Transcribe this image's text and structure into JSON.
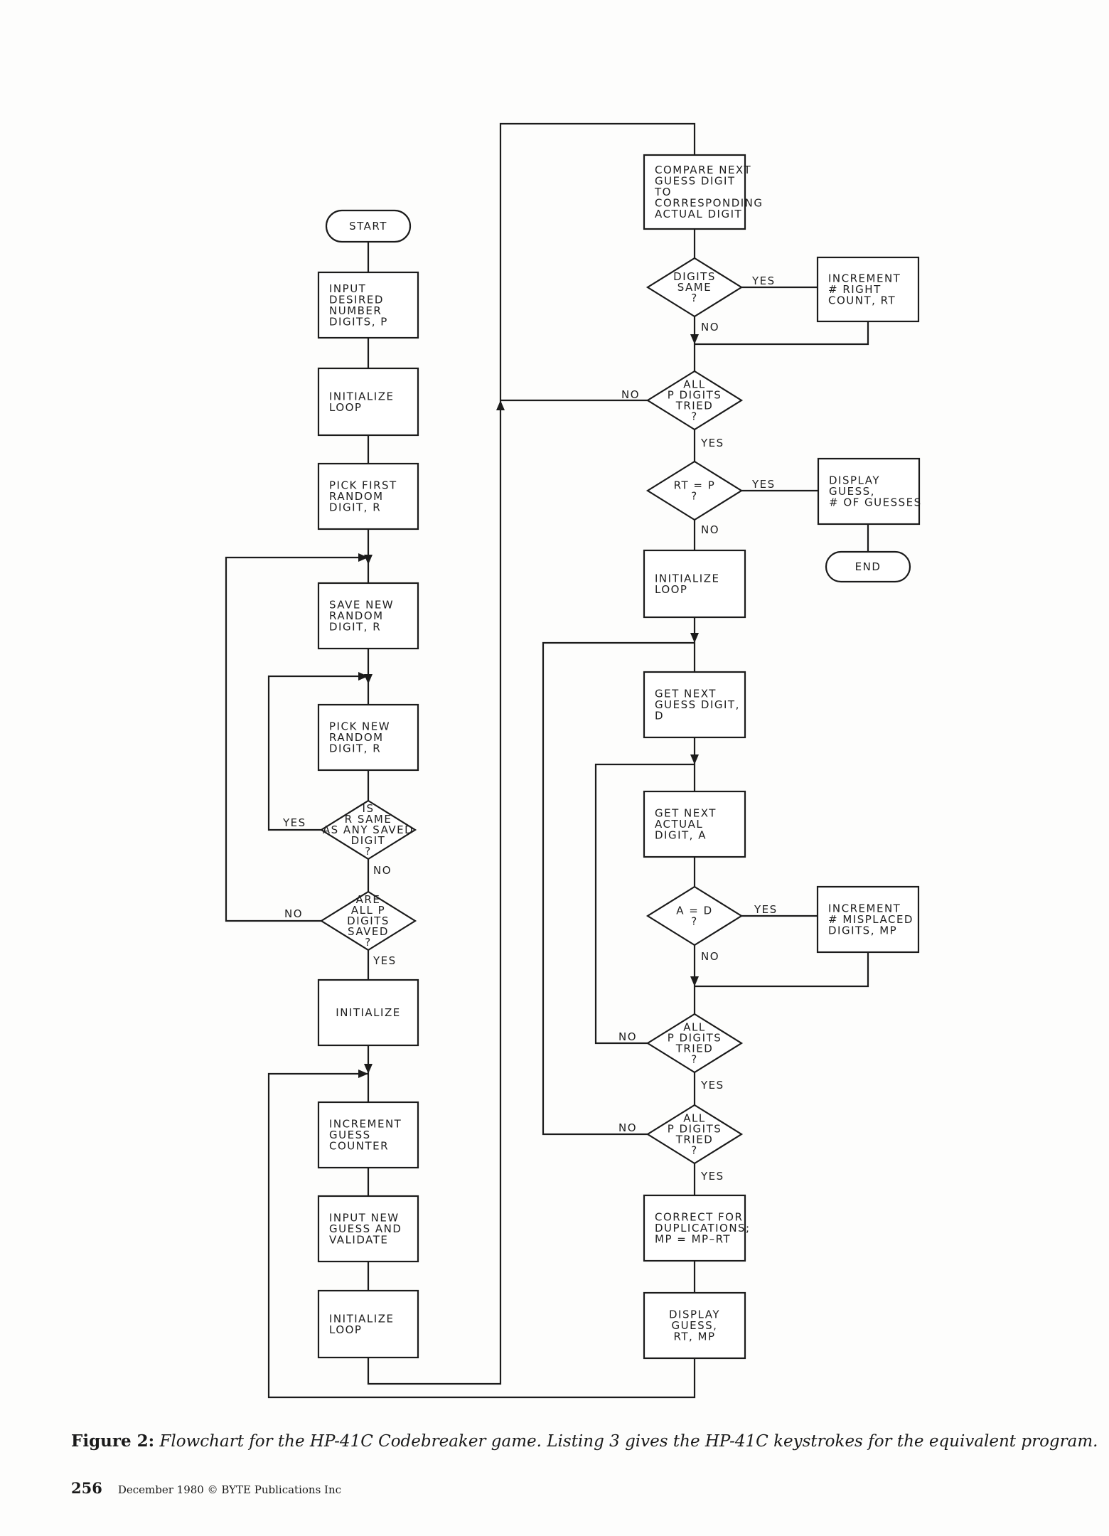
{
  "flowchart": {
    "start": "START",
    "input_digits": [
      "INPUT",
      "DESIRED",
      "NUMBER",
      "DIGITS, P"
    ],
    "init_loop_1": [
      "INITIALIZE",
      "LOOP"
    ],
    "pick_first": [
      "PICK FIRST",
      "RANDOM",
      "DIGIT, R"
    ],
    "save_new": [
      "SAVE NEW",
      "RANDOM",
      "DIGIT, R"
    ],
    "pick_new": [
      "PICK NEW",
      "RANDOM",
      "DIGIT, R"
    ],
    "d_r_same": [
      "IS",
      "R SAME",
      "AS ANY SAVED",
      "DIGIT",
      "?"
    ],
    "d_all_saved": [
      "ARE",
      "ALL P",
      "DIGITS",
      "SAVED",
      "?"
    ],
    "initialize": [
      "INITIALIZE"
    ],
    "inc_guess": [
      "INCREMENT",
      "GUESS",
      "COUNTER"
    ],
    "input_guess": [
      "INPUT NEW",
      "GUESS AND",
      "VALIDATE"
    ],
    "init_loop_2": [
      "INITIALIZE",
      "LOOP"
    ],
    "compare": [
      "COMPARE NEXT",
      "GUESS DIGIT",
      "TO",
      "CORRESPONDING",
      "ACTUAL DIGIT"
    ],
    "d_digits_same": [
      "DIGITS",
      "SAME",
      "?"
    ],
    "inc_right": [
      "INCREMENT",
      "# RIGHT",
      "COUNT, RT"
    ],
    "d_all_tried_1": [
      "ALL",
      "P DIGITS",
      "TRIED",
      "?"
    ],
    "d_rt_p": [
      "RT = P",
      "?"
    ],
    "display_end": [
      "DISPLAY",
      "GUESS,",
      "# OF GUESSES"
    ],
    "end": "END",
    "init_loop_3": [
      "INITIALIZE",
      "LOOP"
    ],
    "get_guess": [
      "GET NEXT",
      "GUESS DIGIT,",
      "D"
    ],
    "get_actual": [
      "GET NEXT",
      "ACTUAL",
      "DIGIT, A"
    ],
    "d_a_eq_d": [
      "A = D",
      "?"
    ],
    "inc_misplaced": [
      "INCREMENT",
      "# MISPLACED",
      "DIGITS, MP"
    ],
    "d_all_tried_2": [
      "ALL",
      "P DIGITS",
      "TRIED",
      "?"
    ],
    "d_all_tried_3": [
      "ALL",
      "P DIGITS",
      "TRIED",
      "?"
    ],
    "correct": [
      "CORRECT FOR",
      "DUPLICATIONS;",
      "MP = MP–RT"
    ],
    "display_result": [
      "DISPLAY",
      "GUESS,",
      "RT, MP"
    ],
    "yes": "YES",
    "no": "NO"
  },
  "caption": {
    "label": "Figure 2:",
    "text": "Flowchart for the HP-41C Codebreaker game. Listing 3 gives the HP-41C keystrokes for the equivalent program."
  },
  "footer": {
    "page": "256",
    "source": "December 1980 © BYTE Publications Inc"
  }
}
